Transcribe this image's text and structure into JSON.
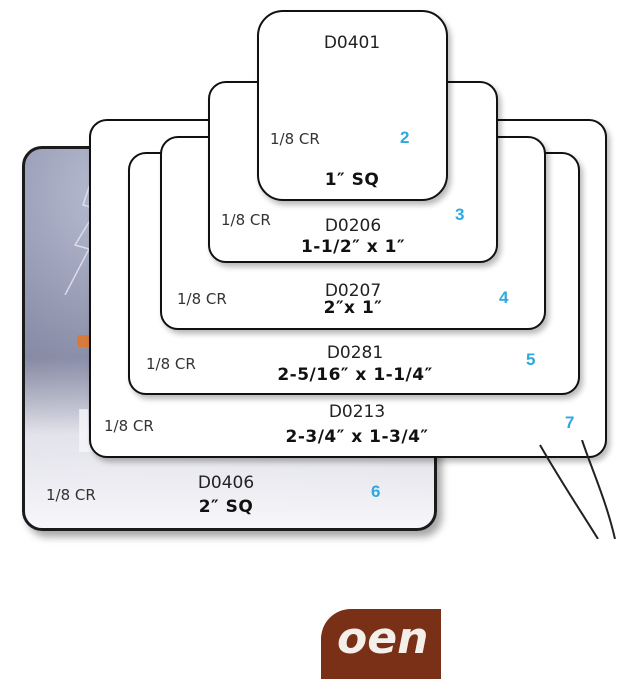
{
  "colors": {
    "card_border": "#111111",
    "card_fill": "#ffffff",
    "number_accent": "#2fa8e0",
    "label_text": "#222222"
  },
  "cards": [
    {
      "id": "d0406",
      "code": "D0406",
      "size": "2″ SQ",
      "corner": "1/8 CR",
      "number": "6",
      "style": "photo"
    },
    {
      "id": "d0213",
      "code": "D0213",
      "size": "2-3/4″ x 1-3/4″",
      "corner": "1/8 CR",
      "number": "7"
    },
    {
      "id": "d0281",
      "code": "D0281",
      "size": "2-5/16″ x 1-1/4″",
      "corner": "1/8 CR",
      "number": "5"
    },
    {
      "id": "d0207",
      "code": "D0207",
      "size": "2″x 1″",
      "corner": "1/8 CR",
      "number": "4"
    },
    {
      "id": "d0206",
      "code": "D0206",
      "size": "1-1/2″ x 1″",
      "corner": "1/8 CR",
      "number": "3"
    },
    {
      "id": "d0401",
      "code": "D0401",
      "size": "1″ SQ",
      "corner": "1/8 CR",
      "number": "2"
    }
  ],
  "photo_icons": [
    "lightning-icon",
    "brand-logo"
  ]
}
